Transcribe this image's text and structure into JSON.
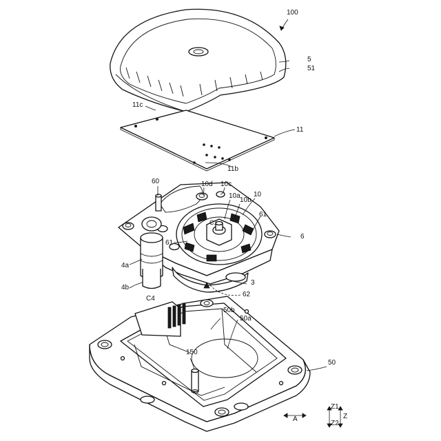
{
  "labels": {
    "l100": "100",
    "l5": "5",
    "l51": "51",
    "l11c": "11c",
    "l11": "11",
    "l11b": "11b",
    "l60": "60",
    "l10d": "10d",
    "l10c": "10c",
    "l10a": "10a",
    "l10": "10",
    "l10b": "10b",
    "lC1": "C1",
    "l61r": "61",
    "l61l": "61",
    "l6": "6",
    "l4a": "4a",
    "l4b": "4b",
    "l3": "3",
    "l62": "62",
    "lC4": "C4",
    "l50b": "50b",
    "l50a": "50a",
    "l150": "150",
    "l50": "50",
    "lA": "A",
    "lZ1": "Z1",
    "lZ2": "Z2",
    "lZ": "Z"
  }
}
